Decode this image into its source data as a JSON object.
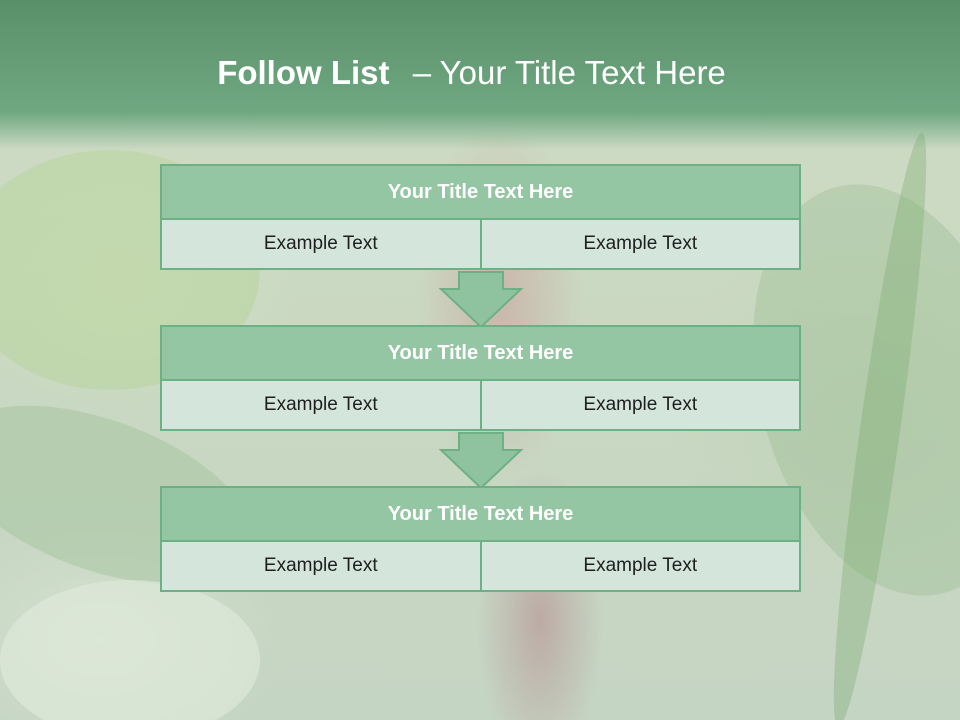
{
  "title": {
    "bold": "Follow List",
    "rest": "– Your Title Text Here"
  },
  "steps": [
    {
      "title": "Your Title Text Here",
      "left": "Example Text",
      "right": "Example Text"
    },
    {
      "title": "Your Title Text Here",
      "left": "Example Text",
      "right": "Example Text"
    },
    {
      "title": "Your Title Text Here",
      "left": "Example Text",
      "right": "Example Text"
    }
  ],
  "colors": {
    "header": "#6fa882",
    "title_bar": "#95c6a4",
    "cell": "#d4e6dc",
    "border": "#6eb085",
    "arrow": "#8fc3a0"
  }
}
